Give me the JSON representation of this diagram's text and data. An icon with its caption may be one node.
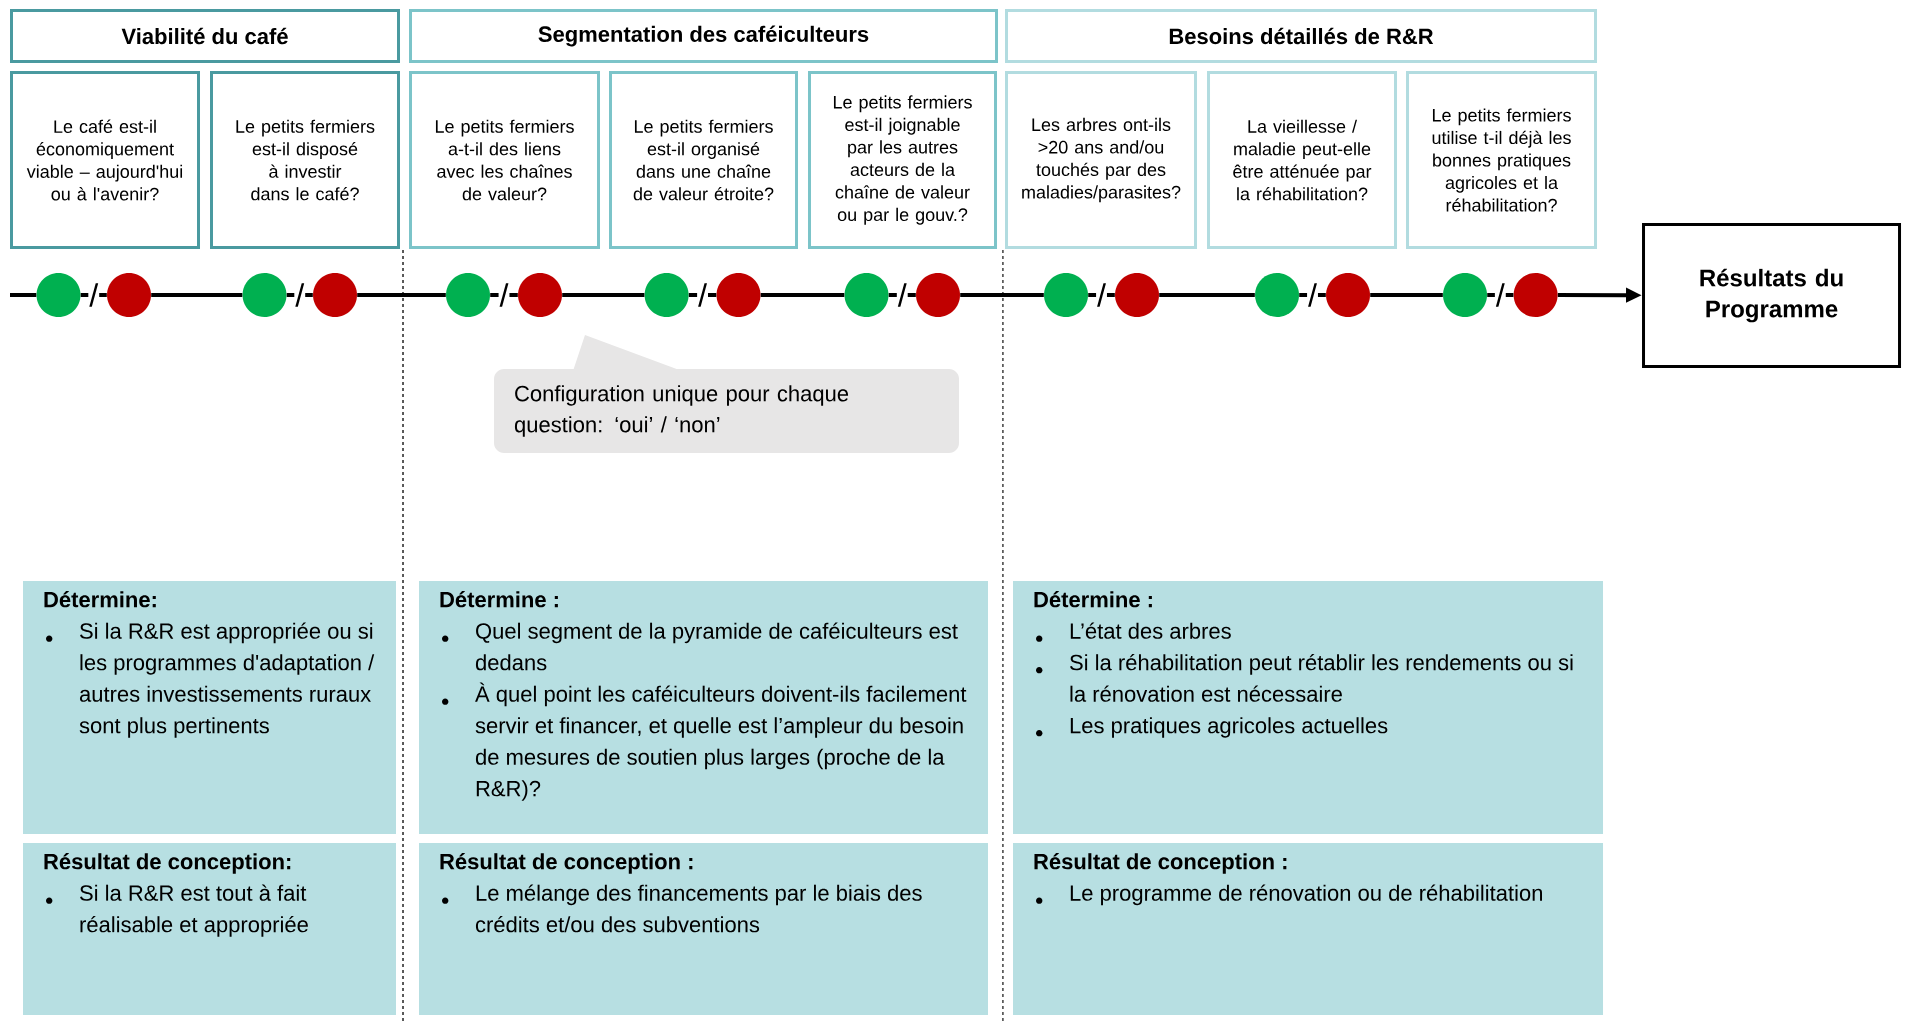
{
  "diagram": {
    "nodes": [
      {
        "text": [
          "Viabilité du café"
        ]
      },
      {
        "text": [
          "Segmentation des caféiculteurs"
        ]
      },
      {
        "text": [
          "Besoins détaillés de R&R"
        ]
      },
      {
        "text": [
          "Le café est-il économiquement viable – aujourd'hui ou à l'avenir?"
        ]
      },
      {
        "text": [
          "Le petits fermiers est-il disposé à investir dans le café?"
        ]
      },
      {
        "text": [
          "Le petits fermiers a-t-il des liens avec les chaînes de valeur?"
        ]
      },
      {
        "text": [
          "Le petits fermiers est-il organisé dans une chaîne de valeur étroite?"
        ]
      },
      {
        "text": [
          "Le petits fermiers est-il joignable par les autres acteurs de la chaîne de valeur ou par le gouv.?"
        ]
      },
      {
        "text": [
          "Les arbres ont-ils >20 ans and/ou touchés par des maladies/parasites?"
        ]
      },
      {
        "text": [
          "La vieillesse / maladie peut-elle être atténuée par la réhabilitation?"
        ]
      },
      {
        "text": [
          "Le petits fermiers utilise t-il déjà les bonnes pratiques agricoles et la réhabilitation?"
        ]
      },
      {
        "text": [],
        "shape": "circle"
      },
      {
        "text": [],
        "shape": "circle"
      },
      {
        "text": [],
        "shape": "circle"
      },
      {
        "text": [],
        "shape": "circle"
      },
      {
        "text": [],
        "shape": "circle"
      },
      {
        "text": [],
        "shape": "circle"
      },
      {
        "text": [],
        "shape": "circle"
      },
      {
        "text": [],
        "shape": "circle"
      },
      {
        "text": [],
        "shape": "circle"
      },
      {
        "text": [],
        "shape": "circle"
      },
      {
        "text": [],
        "shape": "circle"
      },
      {
        "text": [],
        "shape": "circle"
      },
      {
        "text": [],
        "shape": "circle"
      },
      {
        "text": [],
        "shape": "circle"
      },
      {
        "text": [],
        "shape": "circle"
      },
      {
        "text": [],
        "shape": "circle"
      },
      {
        "text": [
          "Résultats du Programme"
        ]
      },
      {
        "text": [
          "Configuration unique pour chaque question: ‘oui’ / ‘non’"
        ]
      },
      {
        "text": [
          "Détermine:",
          "Si la R&R est appropriée ou si les programmes d'adaptation / autres investissements ruraux sont plus pertinents"
        ]
      },
      {
        "text": [
          "Détermine :",
          "Quel segment de la pyramide de caféiculteurs est dedans",
          "À quel point les caféiculteurs doivent-ils facilement servir et financer, et quelle est l’ampleur du besoin de mesures de soutien plus larges (proche de la R&R)?"
        ]
      },
      {
        "text": [
          "Détermine :",
          "L’état des arbres",
          "Si la réhabilitation peut rétablir les rendements ou si la rénovation est nécessaire",
          "Les pratiques agricoles actuelles"
        ]
      },
      {
        "text": [
          "Résultat de conception:",
          "Si la R&R est tout à fait réalisable et appropriée"
        ]
      },
      {
        "text": [
          "Résultat de conception :",
          "Le mélange des financements par le biais des crédits et/ou des subventions"
        ]
      },
      {
        "text": [
          "Résultat de conception :",
          "Le programme de rénovation ou de réhabilitation"
        ]
      }
    ],
    "edges": [
      {
        "from": null,
        "to": 11,
        "arrow": "none"
      },
      {
        "from": 11,
        "to": 12,
        "arrow": "none",
        "label": "/"
      },
      {
        "from": 12,
        "to": 13,
        "arrow": "none"
      },
      {
        "from": 13,
        "to": 14,
        "arrow": "none",
        "label": "/"
      },
      {
        "from": 14,
        "to": 15,
        "arrow": "none"
      },
      {
        "from": 15,
        "to": 16,
        "arrow": "none",
        "label": "/"
      },
      {
        "from": 16,
        "to": 17,
        "arrow": "none"
      },
      {
        "from": 17,
        "to": 18,
        "arrow": "none",
        "label": "/"
      },
      {
        "from": 18,
        "to": 19,
        "arrow": "none"
      },
      {
        "from": 19,
        "to": 20,
        "arrow": "none",
        "label": "/"
      },
      {
        "from": 20,
        "to": 21,
        "arrow": "none"
      },
      {
        "from": 21,
        "to": 22,
        "arrow": "none",
        "label": "/"
      },
      {
        "from": 22,
        "to": 23,
        "arrow": "none"
      },
      {
        "from": 23,
        "to": 24,
        "arrow": "none",
        "label": "/"
      },
      {
        "from": 24,
        "to": 25,
        "arrow": "none"
      },
      {
        "from": 25,
        "to": 26,
        "arrow": "none",
        "label": "/"
      },
      {
        "from": 26,
        "to": 27,
        "arrow": "to"
      }
    ]
  }
}
